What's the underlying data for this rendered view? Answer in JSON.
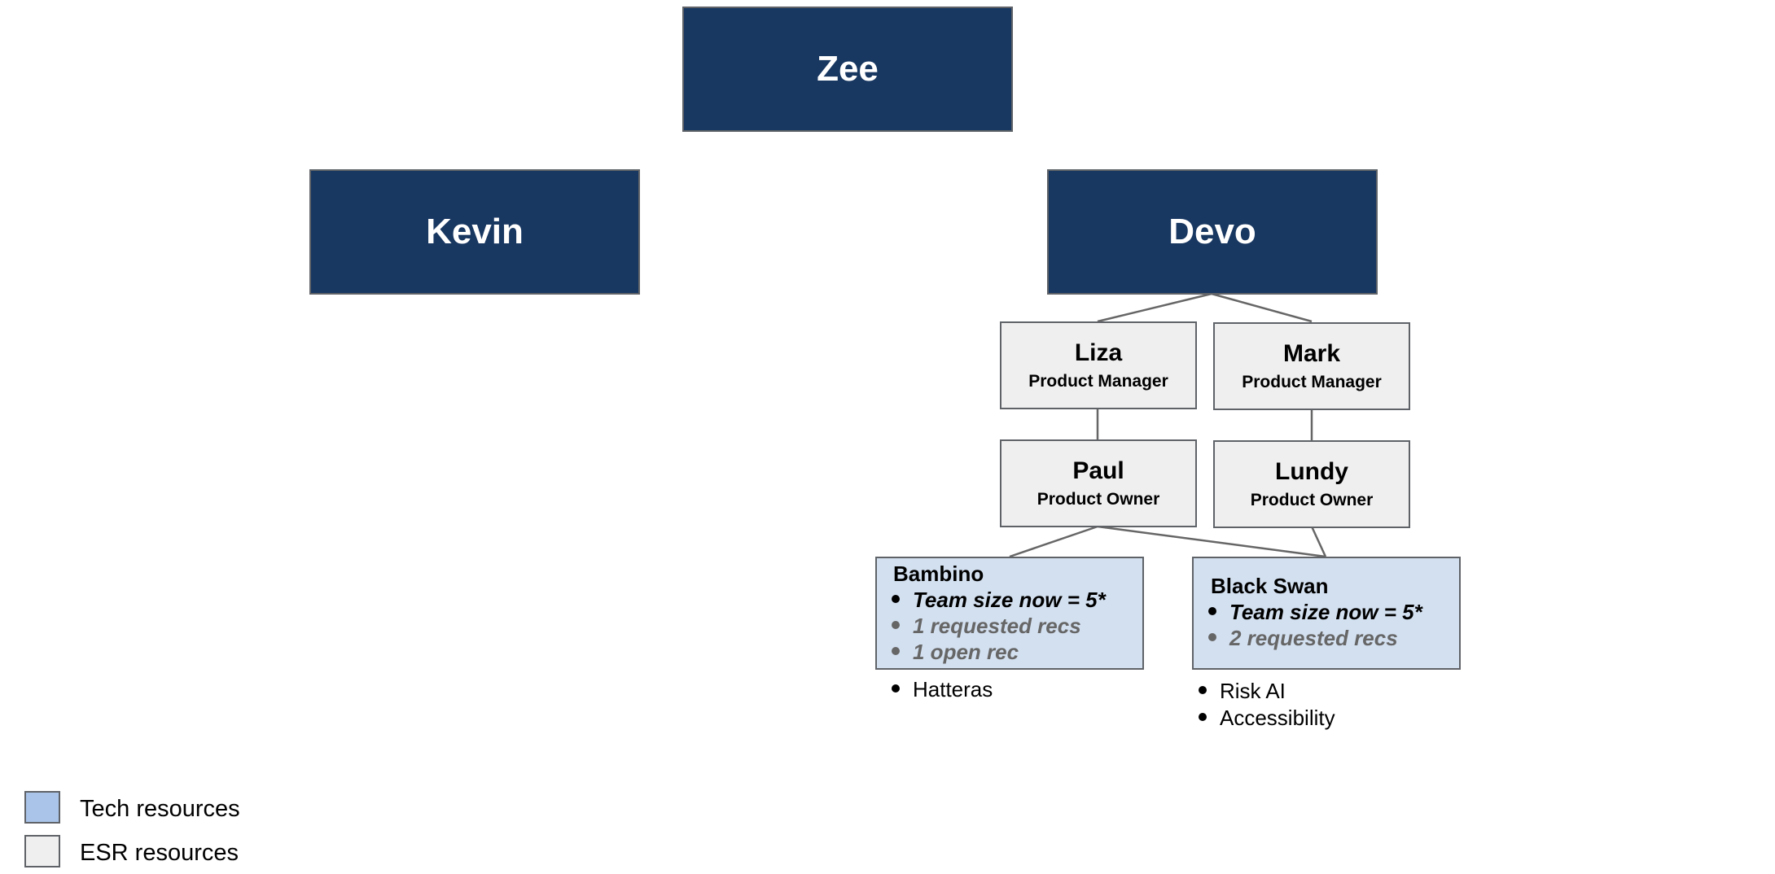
{
  "nodes": {
    "zee": {
      "name": "Zee"
    },
    "kevin": {
      "name": "Kevin"
    },
    "devo": {
      "name": "Devo"
    },
    "liza": {
      "name": "Liza",
      "role": "Product Manager"
    },
    "mark": {
      "name": "Mark",
      "role": "Product Manager"
    },
    "paul": {
      "name": "Paul",
      "role": "Product Owner"
    },
    "lundy": {
      "name": "Lundy",
      "role": "Product Owner"
    }
  },
  "teams": {
    "bambino": {
      "name": "Bambino",
      "bullets": [
        "Team size now = 5*",
        "1 requested recs",
        "1 open rec"
      ],
      "projects": [
        "Hatteras"
      ]
    },
    "black_swan": {
      "name": "Black Swan",
      "bullets": [
        "Team size now = 5*",
        "2 requested recs"
      ],
      "projects": [
        "Risk AI",
        "Accessibility"
      ]
    }
  },
  "legend": [
    {
      "label": "Tech resources",
      "color": "#a9c4e8"
    },
    {
      "label": "ESR resources",
      "color": "#efefef"
    }
  ],
  "colors": {
    "leader_fill": "#183761",
    "staff_fill": "#efefef",
    "team_fill": "#d3e0f0",
    "connector": "#666666",
    "bullet_primary": "#000000",
    "bullet_secondary": "#666666"
  }
}
